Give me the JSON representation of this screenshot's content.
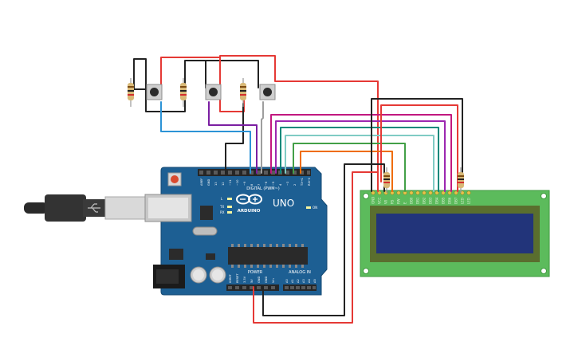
{
  "arduino": {
    "brand": "ARDUINO",
    "model": "UNO",
    "header_digital": "DIGITAL (PWM~)",
    "header_power": "POWER",
    "header_analog": "ANALOG IN",
    "led_tx": "TX",
    "led_rx": "RX",
    "led_l": "L",
    "led_on": "ON",
    "digital_pins": [
      "AREF",
      "GND",
      "13",
      "12",
      "~11",
      "~10",
      "~9",
      "8",
      "7",
      "~6",
      "~5",
      "4",
      "~3",
      "2",
      "TX→1",
      "RX←0"
    ],
    "power_pins": [
      "IOREF",
      "RESET",
      "3.3V",
      "5V",
      "GND",
      "GND",
      "Vin"
    ],
    "analog_pins": [
      "A0",
      "A1",
      "A2",
      "A3",
      "A4",
      "A5"
    ]
  },
  "lcd": {
    "pin_labels": [
      "GND",
      "VCC",
      "V0",
      "RS",
      "RW",
      "E",
      "DB0",
      "DB1",
      "DB2",
      "DB3",
      "DB4",
      "DB5",
      "DB6",
      "DB7",
      "LED",
      "LED"
    ]
  },
  "colors": {
    "board": "#1d5f93",
    "lcd_board": "#5cbb5c",
    "lcd_screen": "#22347a",
    "wire_red": "#e53935",
    "wire_black": "#222222",
    "wire_blue": "#2c93d6",
    "wire_purple": "#7b1fa2",
    "wire_magenta": "#c2187f",
    "wire_cyan": "#80cbc4",
    "wire_green": "#43a047",
    "wire_orange": "#ef6c00",
    "wire_gray": "#9e9e9e"
  }
}
